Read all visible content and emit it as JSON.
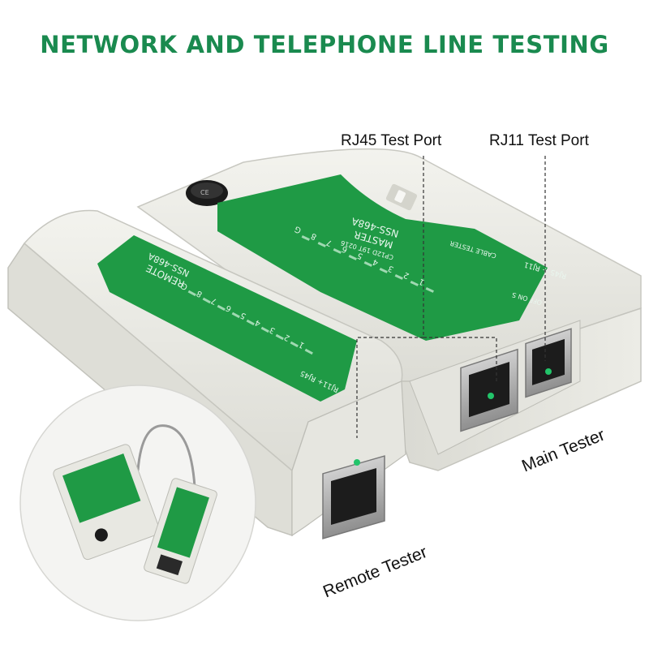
{
  "headline": "NETWORK AND TELEPHONE LINE TESTING",
  "callouts": {
    "rj45_port": "RJ45 Test Port",
    "rj11_port": "RJ11 Test Port",
    "main_tester": "Main Tester",
    "remote_tester": "Remote Tester"
  },
  "main_unit": {
    "model": "NSS-468A",
    "role": "MASTER",
    "serial": "CP12D 19T 0216",
    "switch": "OFF ON S",
    "title": "CABLE TESTER",
    "port_label": "RJ45 + RJ11",
    "pins": [
      "1",
      "2",
      "3",
      "4",
      "5",
      "6",
      "7",
      "8",
      "G"
    ]
  },
  "remote_unit": {
    "model": "NSS-468A",
    "role": "REMOTE",
    "port_label": "RJ11+ RJ45",
    "pins": [
      "1",
      "2",
      "3",
      "4",
      "5",
      "6",
      "7",
      "8",
      "G"
    ]
  },
  "colors": {
    "headline": "#1a8a4f",
    "panel_green": "#1f9a45",
    "casing": "#e8e8e2",
    "led": "#22c46a"
  }
}
